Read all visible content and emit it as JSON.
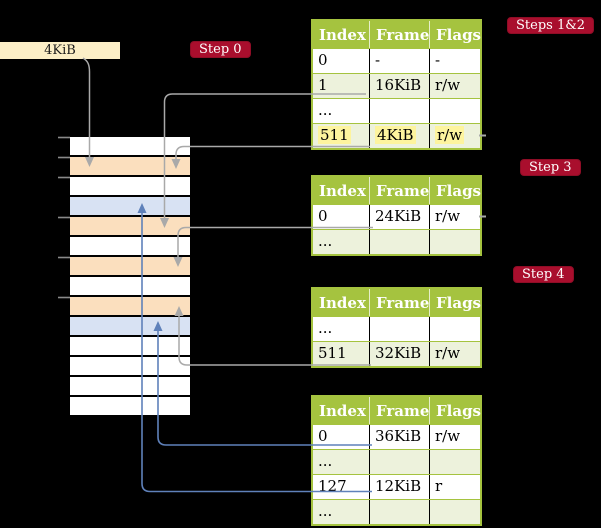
{
  "labels": {
    "l4_address": "4KiB"
  },
  "badges": {
    "step0": "Step 0",
    "steps12": "Steps 1&2",
    "step3": "Step 3",
    "step4": "Step 4"
  },
  "memory_stack": {
    "rows": [
      "white",
      "orange",
      "white",
      "blue",
      "orange",
      "white",
      "orange",
      "white",
      "orange",
      "blue",
      "white",
      "white",
      "white",
      "white"
    ]
  },
  "tables": [
    {
      "name": "level-4-page-table",
      "headers": [
        "Index",
        "Frame",
        "Flags"
      ],
      "rows": [
        {
          "cells": [
            "0",
            "-",
            "-"
          ],
          "shade": false,
          "highlight": false
        },
        {
          "cells": [
            "1",
            "16KiB",
            "r/w"
          ],
          "shade": true,
          "highlight": false
        },
        {
          "cells": [
            "...",
            "",
            ""
          ],
          "shade": false,
          "highlight": false
        },
        {
          "cells": [
            "511",
            "4KiB",
            "r/w"
          ],
          "shade": true,
          "highlight": true
        }
      ]
    },
    {
      "name": "level-3-page-table",
      "headers": [
        "Index",
        "Frame",
        "Flags"
      ],
      "rows": [
        {
          "cells": [
            "0",
            "24KiB",
            "r/w"
          ],
          "shade": false,
          "highlight": false
        },
        {
          "cells": [
            "...",
            "",
            ""
          ],
          "shade": true,
          "highlight": false
        }
      ]
    },
    {
      "name": "level-2-page-table",
      "headers": [
        "Index",
        "Frame",
        "Flags"
      ],
      "rows": [
        {
          "cells": [
            "...",
            "",
            ""
          ],
          "shade": false,
          "highlight": false
        },
        {
          "cells": [
            "511",
            "32KiB",
            "r/w"
          ],
          "shade": true,
          "highlight": false
        }
      ]
    },
    {
      "name": "level-1-page-table",
      "headers": [
        "Index",
        "Frame",
        "Flags"
      ],
      "rows": [
        {
          "cells": [
            "0",
            "36KiB",
            "r/w"
          ],
          "shade": false,
          "highlight": false
        },
        {
          "cells": [
            "...",
            "",
            ""
          ],
          "shade": true,
          "highlight": false
        },
        {
          "cells": [
            "127",
            "12KiB",
            "r"
          ],
          "shade": false,
          "highlight": false
        },
        {
          "cells": [
            "...",
            "",
            ""
          ],
          "shade": true,
          "highlight": false
        }
      ]
    }
  ],
  "colors": {
    "background": "#000000",
    "badge_red": "#a90e2d",
    "table_green": "#a5c33f",
    "table_row_tint": "#edf2dc",
    "highlight_yellow": "#fdf49e",
    "memory_orange": "#fbdfbe",
    "memory_blue": "#d8e2f3",
    "label_cream": "#fcefc7",
    "connector_gray": "#a9a9a9",
    "connector_blue": "#5f81ba"
  }
}
